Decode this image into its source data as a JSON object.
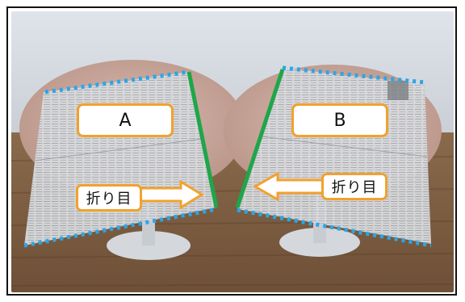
{
  "labels": {
    "paper_a": "A",
    "paper_b": "B",
    "fold_left": "折り目",
    "fold_right": "折り目"
  },
  "colors": {
    "edge_dotted": "#2ba6e8",
    "fold_line": "#1fa64a",
    "label_border": "#f2a12e",
    "arrow_fill": "#ffffff",
    "arrow_stroke": "#f2a12e"
  }
}
